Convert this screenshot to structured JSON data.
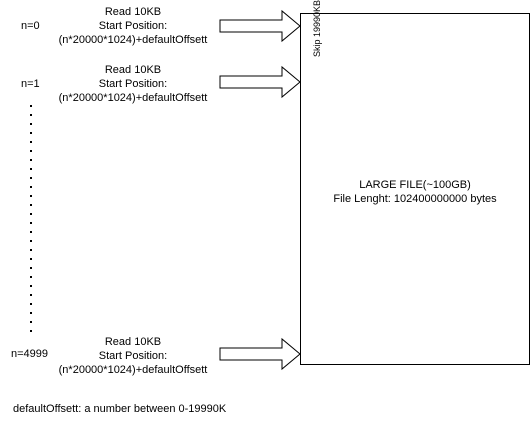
{
  "rows": [
    {
      "n_label": "n=0",
      "read": "Read 10KB",
      "start": "Start Position:",
      "formula": "(n*20000*1024)+defaultOffsett"
    },
    {
      "n_label": "n=1",
      "read": "Read 10KB",
      "start": "Start Position:",
      "formula": "(n*20000*1024)+defaultOffsett"
    },
    {
      "n_label": "n=4999",
      "read": "Read 10KB",
      "start": "Start Position:",
      "formula": "(n*20000*1024)+defaultOffsett"
    }
  ],
  "file": {
    "title": "LARGE FILE(~100GB)",
    "length": "File Lenght: 102400000000 bytes",
    "skip_label": "Skip 19990KB"
  },
  "footnote": "defaultOffsett: a number between 0-19990K"
}
